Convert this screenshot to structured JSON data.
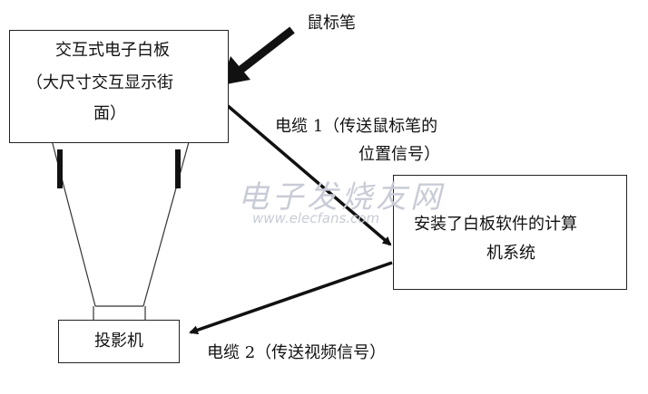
{
  "whiteboard": {
    "line1": "交互式电子白板",
    "line2": "（大尺寸交互显示街",
    "line3": "面）"
  },
  "computer": {
    "line1": "安装了白板软件的计算",
    "line2": "机系统"
  },
  "projector": {
    "label": "投影机"
  },
  "pen": {
    "label": "鼠标笔"
  },
  "cable1": {
    "line1": "电缆 1（传送鼠标笔的",
    "line2": "位置信号）"
  },
  "cable2": {
    "label": "电缆 2（传送视频信号）"
  },
  "watermark": {
    "cn": "电子发烧友网",
    "url": "www.elecfans.com"
  }
}
